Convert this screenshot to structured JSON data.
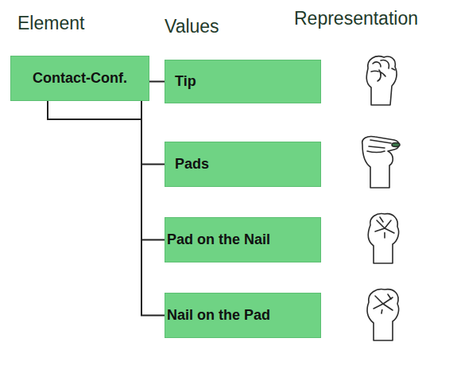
{
  "diagram": {
    "nodes": [
      {
        "text": [
          "Contact-Conf."
        ]
      },
      {
        "text": [
          "Tip"
        ]
      },
      {
        "text": [
          "Pads"
        ]
      },
      {
        "text": [
          "Pad on the Nail"
        ]
      },
      {
        "text": [
          "Nail on the Pad"
        ]
      }
    ],
    "edges": [
      {
        "from": 0,
        "to": 1,
        "arrow": "none"
      },
      {
        "from": 0,
        "to": 2,
        "arrow": "none"
      },
      {
        "from": 0,
        "to": 3,
        "arrow": "none"
      },
      {
        "from": 0,
        "to": 4,
        "arrow": "none"
      }
    ],
    "labels": [
      "Element",
      "Values",
      "Representation"
    ]
  }
}
